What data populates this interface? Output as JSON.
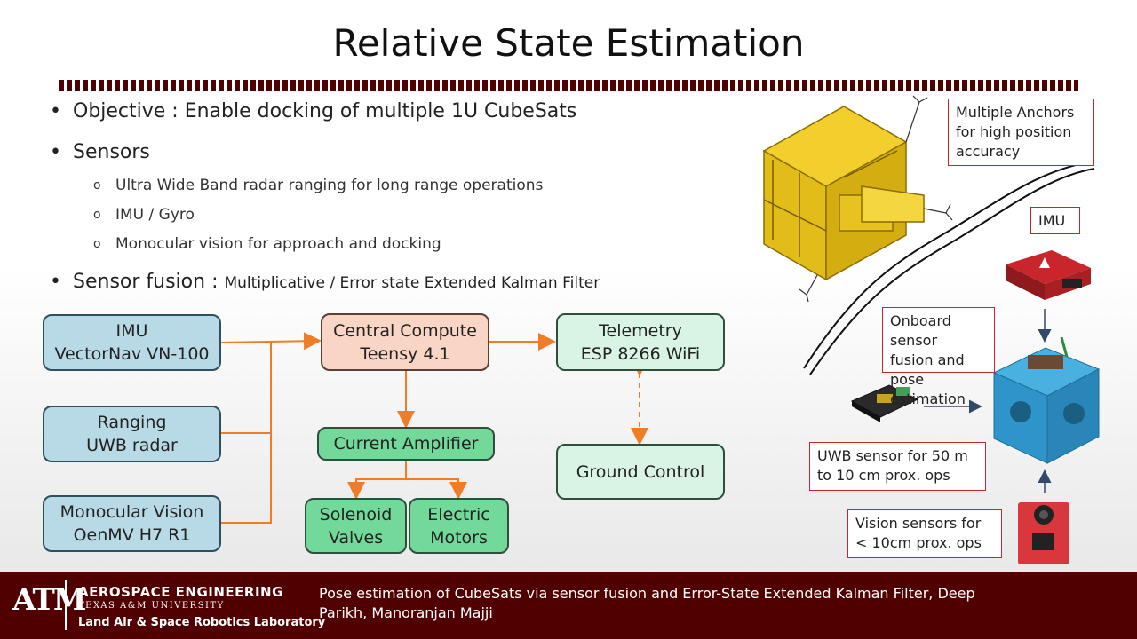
{
  "slide": {
    "title": "Relative State Estimation",
    "bullets": {
      "objective": "Objective : Enable docking of multiple 1U CubeSats",
      "sensors": "Sensors",
      "sensor_items": [
        "Ultra Wide Band radar ranging for long range operations",
        "IMU / Gyro",
        "Monocular vision for approach and docking"
      ],
      "fusion_label": "Sensor fusion :",
      "fusion_detail": "Multiplicative / Error state Extended Kalman Filter"
    },
    "bullet_glyph": "•",
    "sub_glyph": "o"
  },
  "diagram": {
    "imu": {
      "line1": "IMU",
      "line2": "VectorNav VN-100"
    },
    "ranging": {
      "line1": "Ranging",
      "line2": "UWB radar"
    },
    "vision": {
      "line1": "Monocular Vision",
      "line2": "OenMV H7 R1"
    },
    "compute": {
      "line1": "Central Compute",
      "line2": "Teensy 4.1"
    },
    "telemetry": {
      "line1": "Telemetry",
      "line2": "ESP 8266 WiFi"
    },
    "amplifier": "Current Amplifier",
    "ground": "Ground Control",
    "solenoid": {
      "line1": "Solenoid",
      "line2": "Valves"
    },
    "motors": {
      "line1": "Electric",
      "line2": "Motors"
    },
    "colors": {
      "arrow": "#f07c28",
      "blue": "#b8d9e6",
      "peach": "#f8d5c5",
      "mint": "#d9f3e4",
      "green": "#72d99a",
      "callout_border": "#c0282d"
    }
  },
  "callouts": {
    "anchors": [
      "Multiple Anchors",
      "for high position",
      "accuracy"
    ],
    "imu": "IMU",
    "onboard": [
      "Onboard sensor",
      "fusion and pose",
      "estimation"
    ],
    "uwb": [
      "UWB sensor for 50 m",
      "to 10 cm prox. ops"
    ],
    "vision": [
      "Vision sensors for",
      "< 10cm prox. ops"
    ]
  },
  "footer": {
    "logo_text": "ATM",
    "dept": "AEROSPACE ENGINEERING",
    "university": "TEXAS A&M UNIVERSITY",
    "lab": "Land Air & Space Robotics Laboratory",
    "citation_line1": "Pose estimation of CubeSats via sensor fusion and Error-State Extended Kalman Filter, Deep",
    "citation_line2": "Parikh, Manoranjan Majji",
    "bg_color": "#500000"
  }
}
